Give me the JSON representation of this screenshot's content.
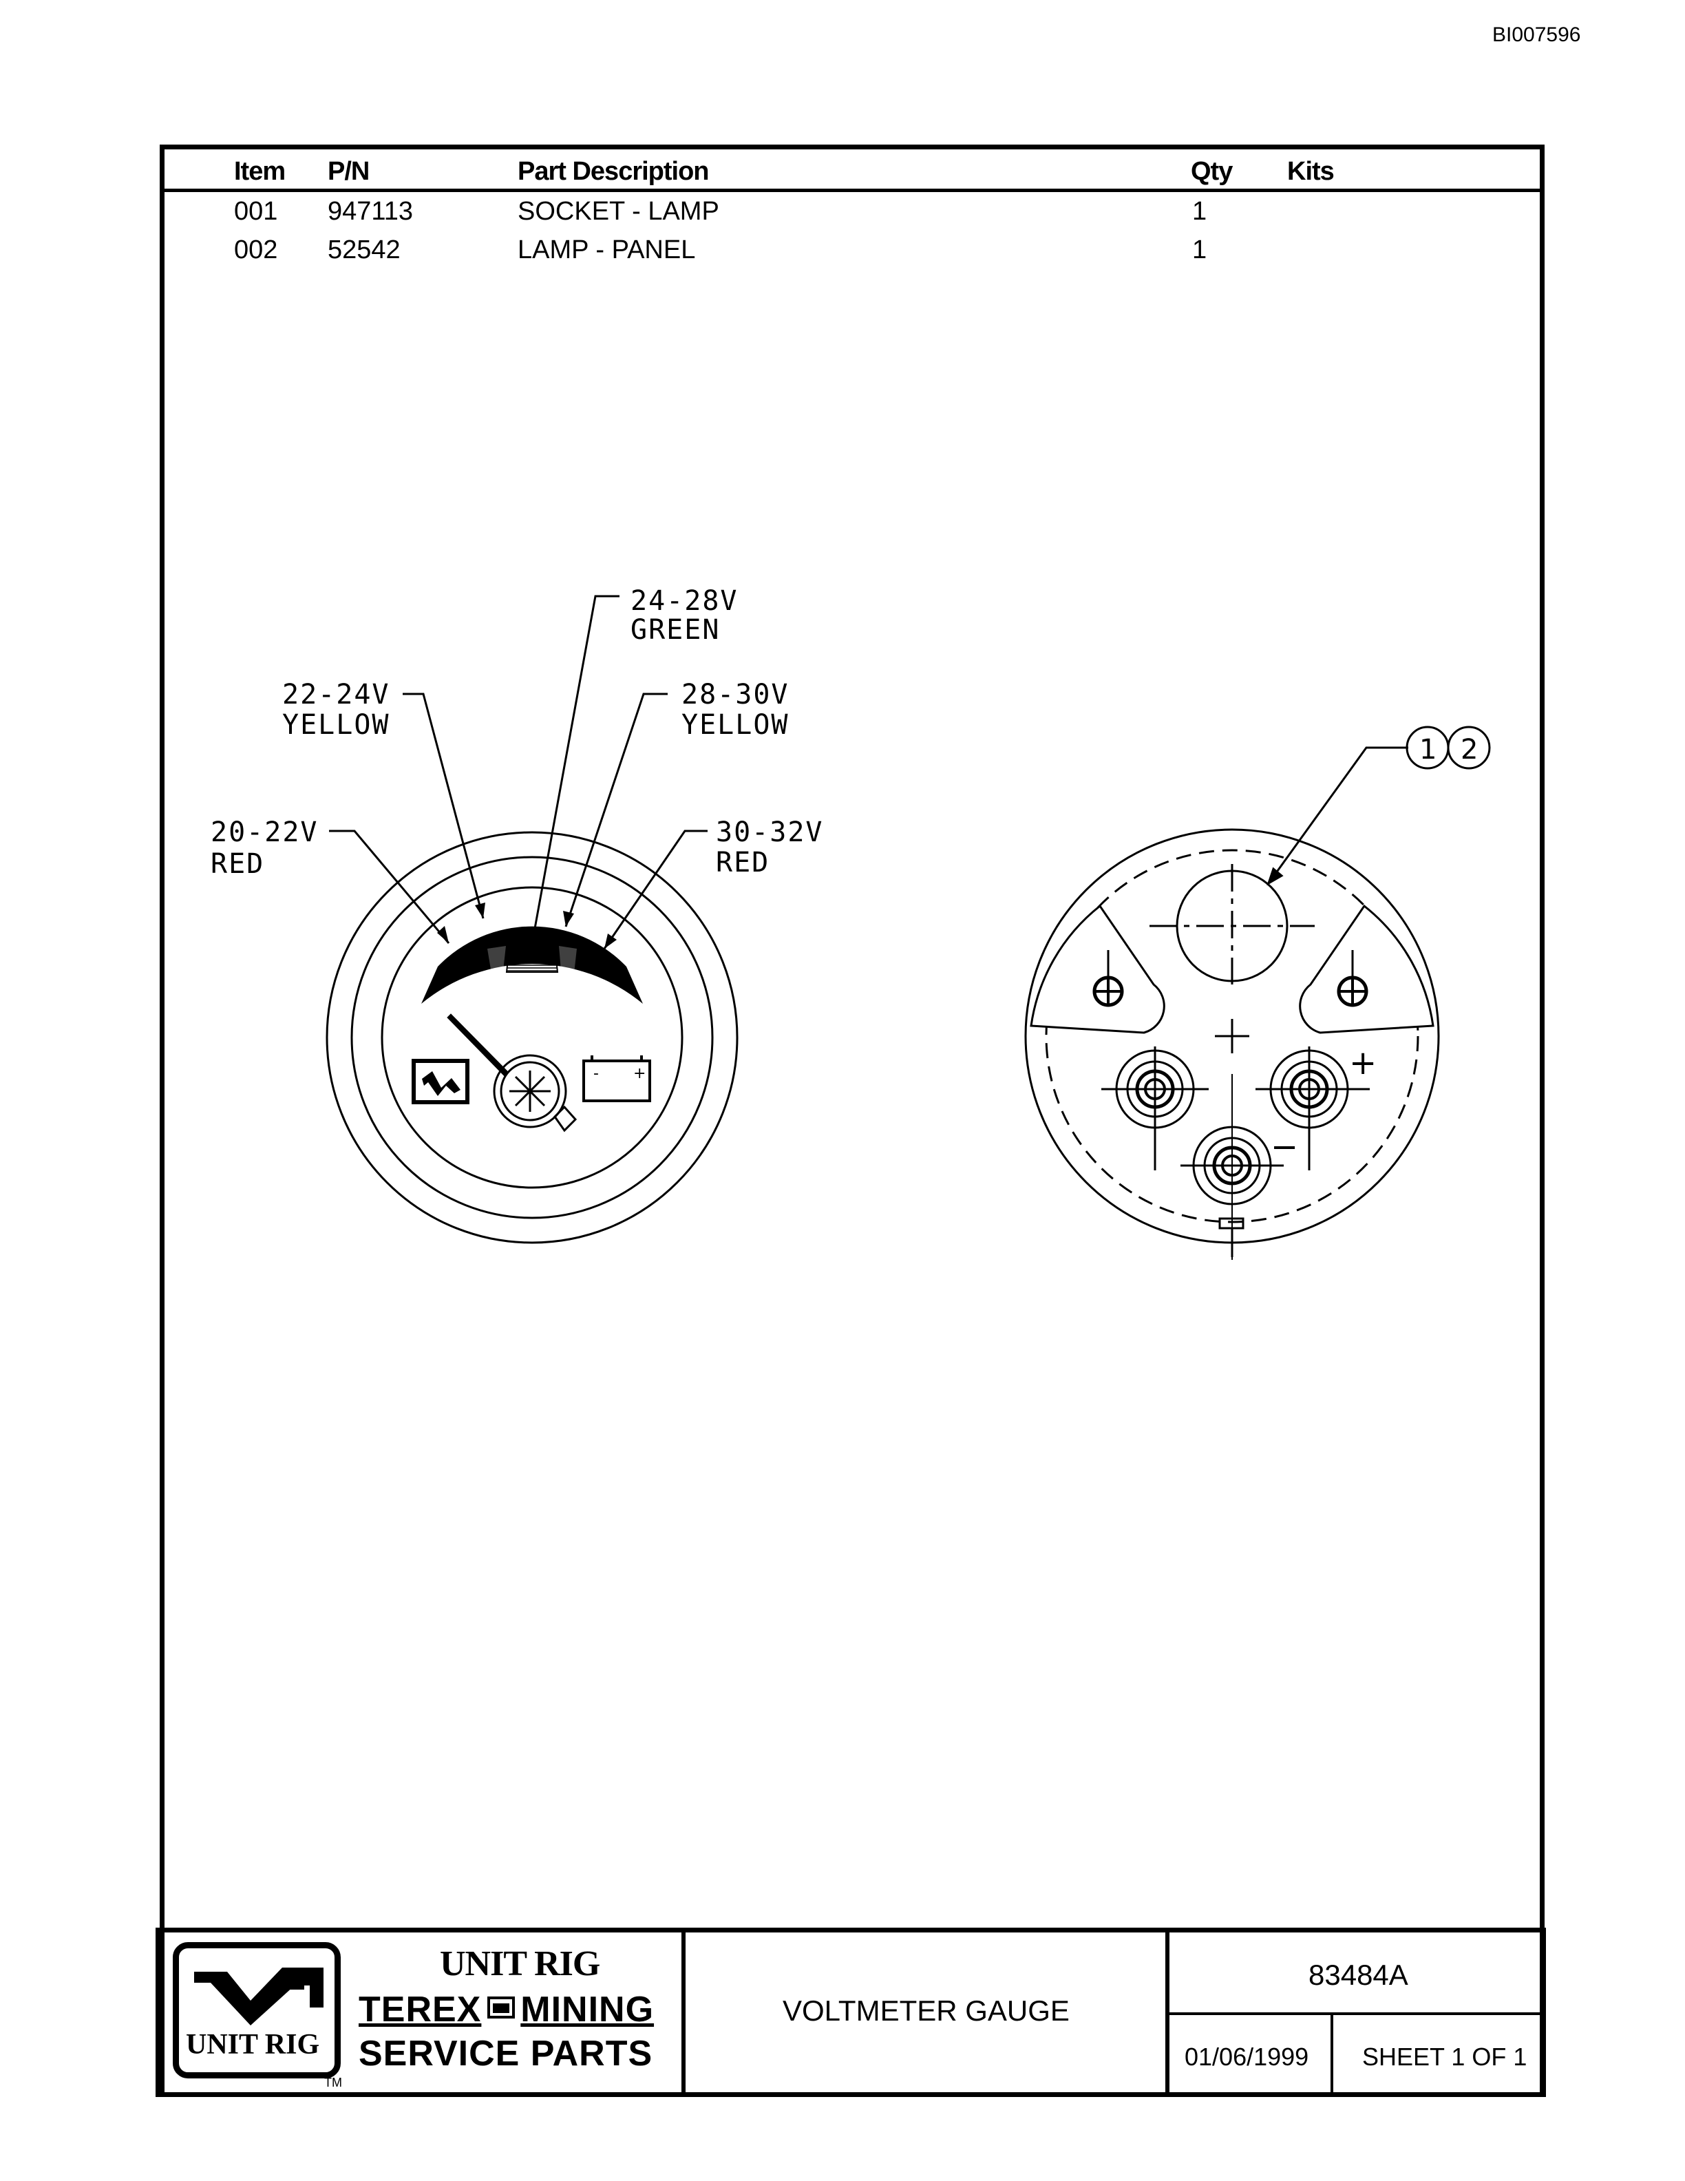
{
  "document_id": "BI007596",
  "parts_table": {
    "headers": {
      "item": "Item",
      "pn": "P/N",
      "description": "Part Description",
      "qty": "Qty",
      "kits": "Kits"
    },
    "rows": [
      {
        "item": "001",
        "pn": "947113",
        "description": "SOCKET - LAMP",
        "qty": "1",
        "kits": ""
      },
      {
        "item": "002",
        "pn": "52542",
        "description": "LAMP - PANEL",
        "qty": "1",
        "kits": ""
      }
    ]
  },
  "drawing": {
    "callouts": [
      {
        "range": "24-28V",
        "color": "GREEN"
      },
      {
        "range": "22-24V",
        "color": "YELLOW"
      },
      {
        "range": "28-30V",
        "color": "YELLOW"
      },
      {
        "range": "20-22V",
        "color": "RED"
      },
      {
        "range": "30-32V",
        "color": "RED"
      }
    ],
    "balloons": [
      "1",
      "2"
    ],
    "terminal_marks": {
      "positive": "+",
      "negative": "−",
      "battery_neg": "-",
      "battery_pos": "+"
    }
  },
  "title_block": {
    "logo_text": "UNIT RIG",
    "brand_line1": "UNIT RIG",
    "brand_line2": "TEREX",
    "brand_line2b": "MINING",
    "brand_line3": "SERVICE PARTS",
    "trademark": "TM",
    "drawing_title": "VOLTMETER GAUGE",
    "drawing_number": "83484A",
    "date": "01/06/1999",
    "sheet": "SHEET 1 OF 1"
  }
}
